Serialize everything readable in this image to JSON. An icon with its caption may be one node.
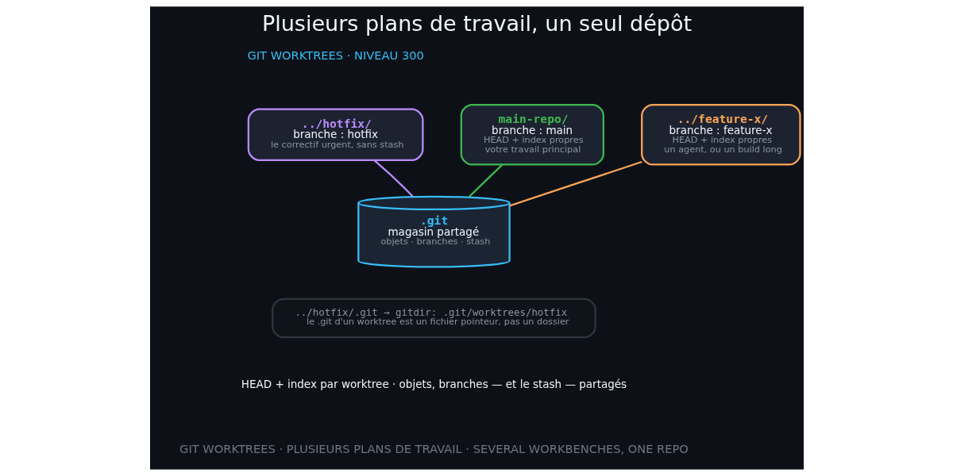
{
  "diagram": {
    "title": "Plusieurs plans de travail, un seul dépôt",
    "caption": "GIT WORKTREES · PLUSIEURS PLANS DE TRAVAIL · SEVERAL WORKBENCHES, ONE REPO",
    "nodes": [
      {
        "text": [
          "../hotfix/",
          "branche : hotfix",
          "le correctif urgent, sans stash"
        ]
      },
      {
        "text": [
          "main-repo/",
          "branche : main",
          "HEAD + index propres",
          "votre travail principal"
        ]
      },
      {
        "text": [
          "../feature-x/",
          "branche : feature-x",
          "HEAD + index propres",
          "un agent, ou un build long"
        ]
      },
      {
        "text": [
          ".git",
          "magasin partagé",
          "objets · branches · stash"
        ]
      },
      {
        "text": [
          "../hotfix/.git → gitdir: .git/worktrees/hotfix",
          "le .git d'un worktree est un fichier pointeur, pas un dossier"
        ]
      }
    ],
    "edges": [
      {
        "from": 1,
        "to": 3,
        "arrow": "none",
        "color": "#3fb950"
      },
      {
        "from": 0,
        "to": 3,
        "arrow": "none",
        "color": "#bc8cff"
      },
      {
        "from": 2,
        "to": 3,
        "arrow": "none",
        "color": "#ffa657"
      }
    ],
    "labels": [
      "GIT WORKTREES · NIVEAU 300",
      "HEAD + index par worktree · objets, branches — et le stash — partagés"
    ]
  }
}
